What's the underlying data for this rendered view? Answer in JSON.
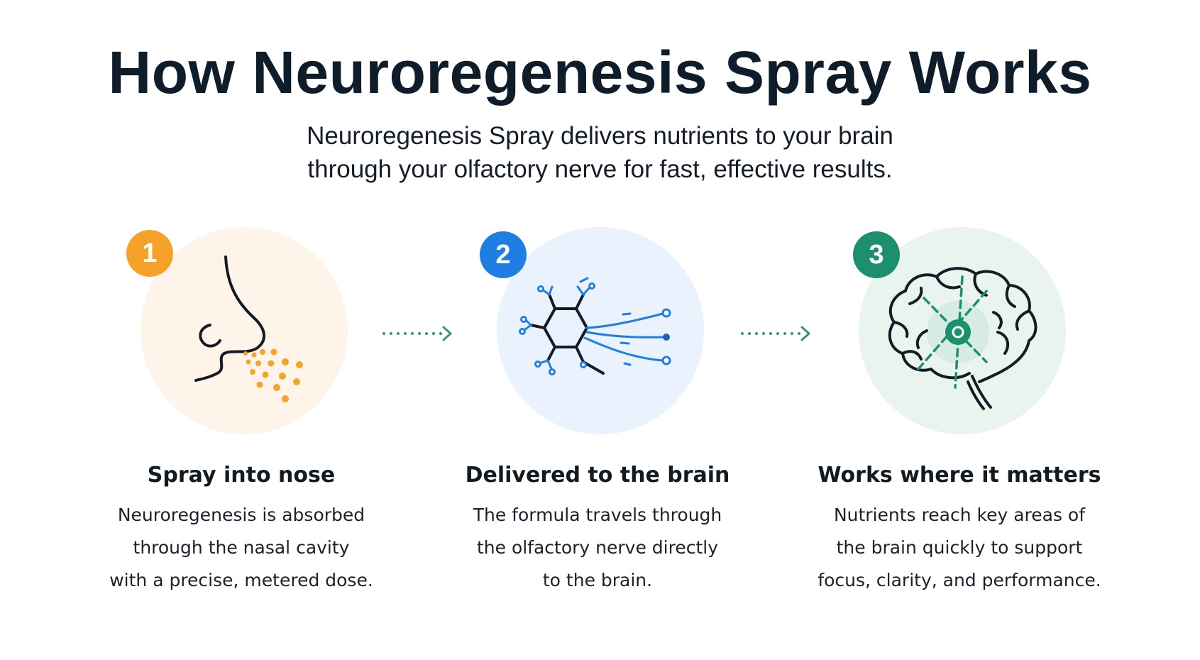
{
  "header": {
    "title": "How Neuroregenesis Spray Works",
    "subtitle_lines": [
      "Neuroregenesis Spray delivers nutrients to your brain",
      "through your olfactory nerve for fast, effective results."
    ]
  },
  "colors": {
    "step1_accent": "#f6a22a",
    "step2_accent": "#1f7ee3",
    "step3_accent": "#1c8f6f",
    "text_dark": "#0f1c29"
  },
  "steps": [
    {
      "number": "1",
      "icon": "nose-spray-icon",
      "heading": "Spray into nose",
      "text_lines": [
        "Neuroregenesis is absorbed",
        "through the nasal cavity",
        "with a precise, metered dose."
      ]
    },
    {
      "number": "2",
      "icon": "molecule-nerve-icon",
      "heading": "Delivered to the brain",
      "text_lines": [
        "The formula travels through",
        "the olfactory nerve directly",
        "to the brain."
      ]
    },
    {
      "number": "3",
      "icon": "brain-target-icon",
      "heading": "Works where it matters",
      "text_lines": [
        "Nutrients reach key areas of",
        "the brain quickly to support",
        "focus, clarity, and performance."
      ]
    }
  ]
}
